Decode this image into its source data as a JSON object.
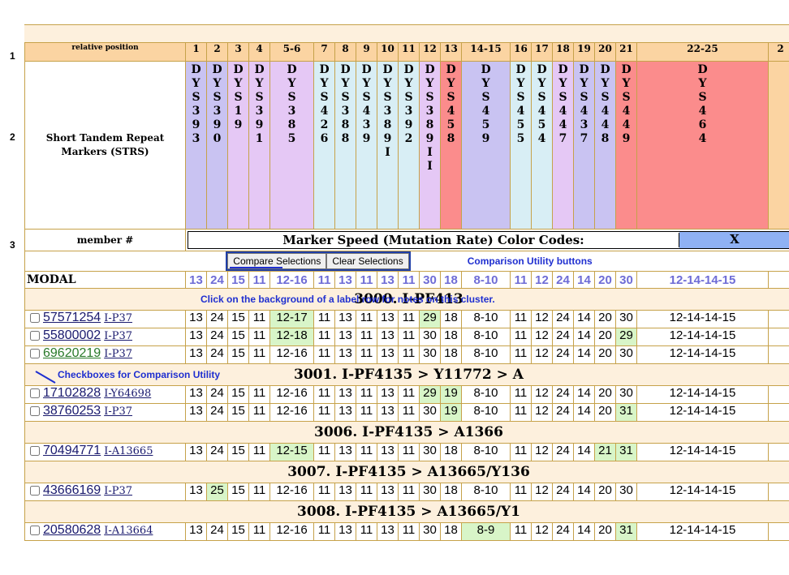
{
  "row_numbers": [
    "1",
    "2",
    "3"
  ],
  "header": {
    "relative_label": "relative position",
    "positions": [
      "1",
      "2",
      "3",
      "4",
      "5-6",
      "7",
      "8",
      "9",
      "10",
      "11",
      "12",
      "13",
      "14-15",
      "16",
      "17",
      "18",
      "19",
      "20",
      "21",
      "22-25",
      "2"
    ],
    "strs_label": "Short Tandem Repeat Markers (STRS)",
    "markers": [
      "DYS393",
      "DYS390",
      "DYS19",
      "DYS391",
      "DYS385",
      "DYS426",
      "DYS388",
      "DYS439",
      "DYS389I",
      "DYS392",
      "DYS389II",
      "DYS458",
      "DYS459",
      "DYS455",
      "DYS454",
      "DYS447",
      "DYS437",
      "DYS448",
      "DYS449",
      "DYS464",
      ""
    ],
    "marker_colors": [
      "#c9c3f2",
      "#c9c3f2",
      "#e5c8f5",
      "#e5c8f5",
      "#e5c8f5",
      "#d8eef5",
      "#d8eef5",
      "#d8eef5",
      "#d8eef5",
      "#d8eef5",
      "#e5c8f5",
      "#fb8c8c",
      "#c9c3f2",
      "#d8eef5",
      "#d8eef5",
      "#e5c8f5",
      "#c9c3f2",
      "#c9c3f2",
      "#fb8c8c",
      "#fb8c8c",
      "#fbd4a2"
    ],
    "member_label": "member #",
    "legend_title": "Marker Speed (Mutation Rate) Color Codes:",
    "legend_edge": "X"
  },
  "buttons": {
    "compare": "Compare Selections",
    "clear": "Clear Selections",
    "annotation": "Comparison Utility buttons"
  },
  "modal": {
    "label": "MODAL",
    "values": [
      "13",
      "24",
      "15",
      "11",
      "12-16",
      "11",
      "13",
      "11",
      "13",
      "11",
      "30",
      "18",
      "8-10",
      "11",
      "12",
      "24",
      "14",
      "20",
      "30",
      "12-14-14-15",
      ""
    ]
  },
  "clusters": [
    {
      "title": "3000. I-PF413",
      "note": "Click on the background of a label row for notes on this cluster.",
      "members": [
        {
          "kit": "57571254",
          "hg": "I-P37",
          "visited": false,
          "values": [
            "13",
            "24",
            "15",
            "11",
            "12-17",
            "11",
            "13",
            "11",
            "13",
            "11",
            "29",
            "18",
            "8-10",
            "11",
            "12",
            "24",
            "14",
            "20",
            "30",
            "12-14-14-15",
            ""
          ],
          "hl": {
            "4": "g",
            "10": "g"
          }
        },
        {
          "kit": "55800002",
          "hg": "I-P37",
          "visited": false,
          "values": [
            "13",
            "24",
            "15",
            "11",
            "12-18",
            "11",
            "13",
            "11",
            "13",
            "11",
            "30",
            "18",
            "8-10",
            "11",
            "12",
            "24",
            "14",
            "20",
            "29",
            "12-14-14-15",
            ""
          ],
          "hl": {
            "4": "g",
            "18": "g"
          }
        },
        {
          "kit": "69620219",
          "hg": "I-P37",
          "visited": true,
          "values": [
            "13",
            "24",
            "15",
            "11",
            "12-16",
            "11",
            "13",
            "11",
            "13",
            "11",
            "30",
            "18",
            "8-10",
            "11",
            "12",
            "24",
            "14",
            "20",
            "30",
            "12-14-14-15",
            ""
          ],
          "hl": {}
        }
      ]
    },
    {
      "title": "3001. I-PF4135 > Y11772 > A",
      "note": "",
      "annotation": "Checkboxes for Comparison Utility",
      "members": [
        {
          "kit": "17102828",
          "hg": "I-Y64698",
          "visited": false,
          "values": [
            "13",
            "24",
            "15",
            "11",
            "12-16",
            "11",
            "13",
            "11",
            "13",
            "11",
            "29",
            "19",
            "8-10",
            "11",
            "12",
            "24",
            "14",
            "20",
            "30",
            "12-14-14-15",
            ""
          ],
          "hl": {
            "10": "g",
            "11": "g"
          }
        },
        {
          "kit": "38760253",
          "hg": "I-P37",
          "visited": false,
          "values": [
            "13",
            "24",
            "15",
            "11",
            "12-16",
            "11",
            "13",
            "11",
            "13",
            "11",
            "30",
            "19",
            "8-10",
            "11",
            "12",
            "24",
            "14",
            "20",
            "31",
            "12-14-14-15",
            ""
          ],
          "hl": {
            "11": "g",
            "18": "g"
          }
        }
      ]
    },
    {
      "title": "3006. I-PF4135 > A1366",
      "note": "",
      "members": [
        {
          "kit": "70494771",
          "hg": "I-A13665",
          "visited": false,
          "values": [
            "13",
            "24",
            "15",
            "11",
            "12-15",
            "11",
            "13",
            "11",
            "13",
            "11",
            "30",
            "18",
            "8-10",
            "11",
            "12",
            "24",
            "14",
            "21",
            "31",
            "12-14-14-15",
            ""
          ],
          "hl": {
            "4": "g",
            "17": "g",
            "18": "g"
          }
        }
      ]
    },
    {
      "title": "3007. I-PF4135 > A13665/Y136",
      "note": "",
      "members": [
        {
          "kit": "43666169",
          "hg": "I-P37",
          "visited": false,
          "values": [
            "13",
            "25",
            "15",
            "11",
            "12-16",
            "11",
            "13",
            "11",
            "13",
            "11",
            "30",
            "18",
            "8-10",
            "11",
            "12",
            "24",
            "14",
            "20",
            "30",
            "12-14-14-15",
            ""
          ],
          "hl": {
            "1": "g"
          }
        }
      ]
    },
    {
      "title": "3008. I-PF4135 > A13665/Y1",
      "note": "",
      "members": [
        {
          "kit": "20580628",
          "hg": "I-A13664",
          "visited": false,
          "values": [
            "13",
            "24",
            "15",
            "11",
            "12-16",
            "11",
            "13",
            "11",
            "13",
            "11",
            "30",
            "18",
            "8-9",
            "11",
            "12",
            "24",
            "14",
            "20",
            "31",
            "12-14-14-15",
            ""
          ],
          "hl": {
            "12": "g",
            "18": "g"
          }
        }
      ]
    }
  ],
  "colors": {
    "border": "#c6a24a",
    "modal_text": "#6e6cd6",
    "highlight": "#d8f5c8",
    "annotation": "#1f2fd0",
    "cluster_bg": "#fdf0dd"
  }
}
